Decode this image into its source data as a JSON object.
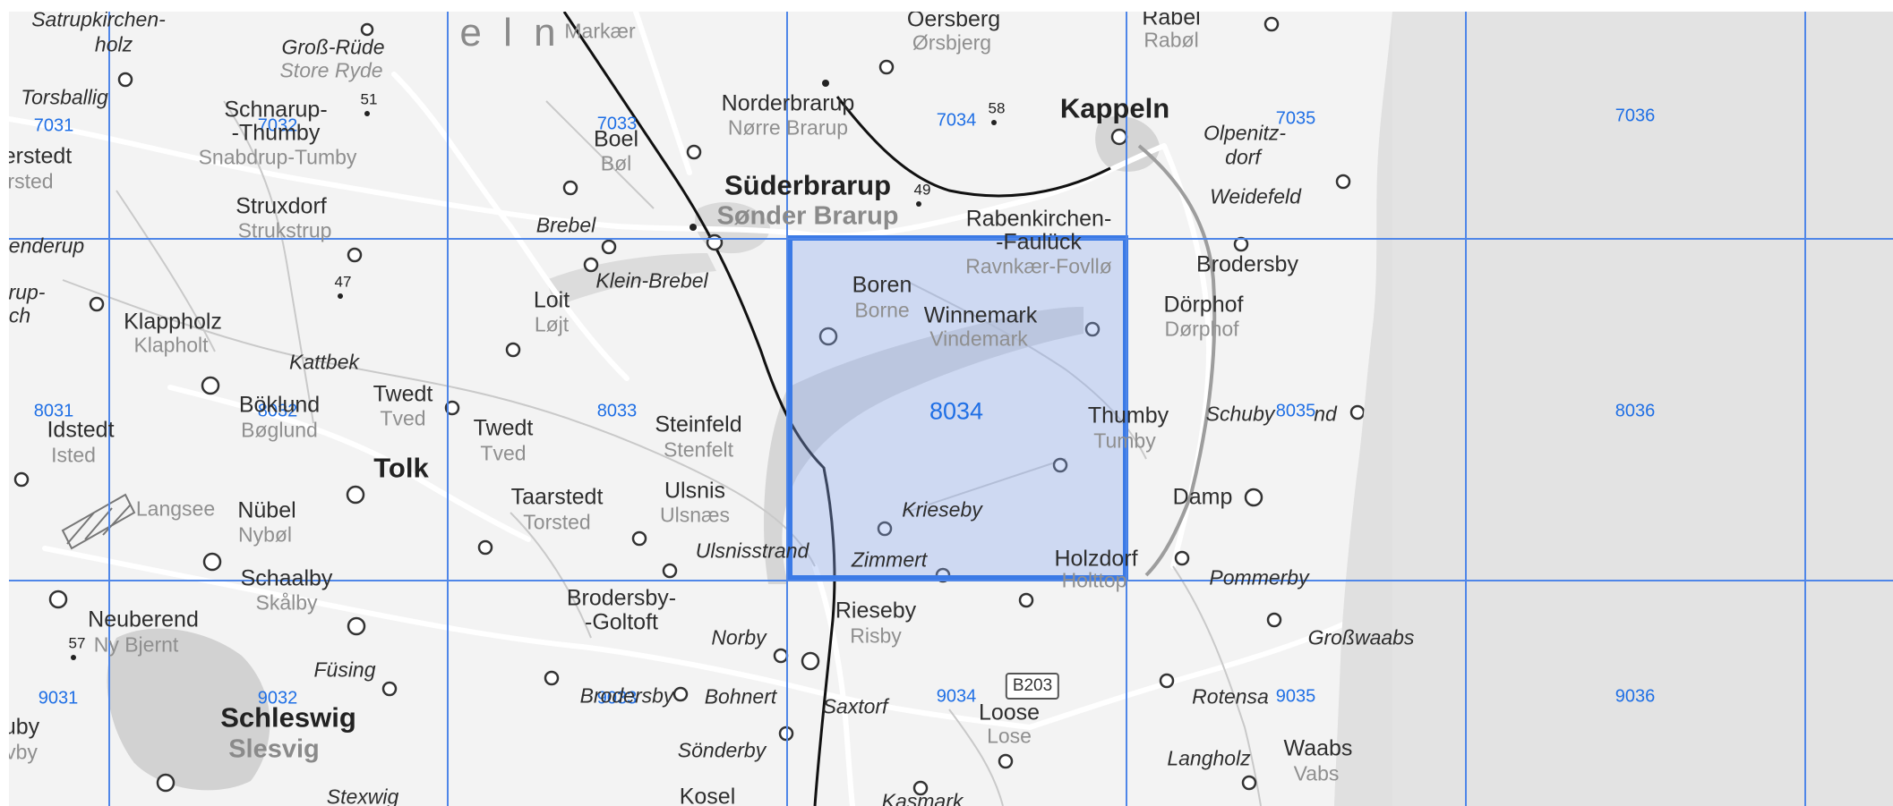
{
  "map": {
    "grid_cells": [
      {
        "id": "7031",
        "label": "7031"
      },
      {
        "id": "7032",
        "label": "7032"
      },
      {
        "id": "7033",
        "label": "7033"
      },
      {
        "id": "7034",
        "label": "7034"
      },
      {
        "id": "7035",
        "label": "7035"
      },
      {
        "id": "7036",
        "label": "7036"
      },
      {
        "id": "8031",
        "label": "8031"
      },
      {
        "id": "8032",
        "label": "8032"
      },
      {
        "id": "8033",
        "label": "8033"
      },
      {
        "id": "8034",
        "label": "8034"
      },
      {
        "id": "8035",
        "label": "8035"
      },
      {
        "id": "8036",
        "label": "8036"
      },
      {
        "id": "9031",
        "label": "9031"
      },
      {
        "id": "9032",
        "label": "9032"
      },
      {
        "id": "9033",
        "label": "9033"
      },
      {
        "id": "9034",
        "label": "9034"
      },
      {
        "id": "9035",
        "label": "9035"
      },
      {
        "id": "9036",
        "label": "9036"
      }
    ],
    "selected_cell": "8034",
    "colors": {
      "grid": "#3b7ae6",
      "grid_label": "#1f6fe5",
      "selection_fill": "#c4d5f5",
      "selection_border": "#3b7ae6",
      "land": "#f2f2f2",
      "sea": "#dedede"
    },
    "road_shield": "B203",
    "places": {
      "satrupkirchen": "Satrupkirchen-",
      "holz": "holz",
      "gross_ruede": "Groß-Rüde",
      "store_ryde": "Store Ryde",
      "markaer": "Markær",
      "oersberg": "Oersberg",
      "orsbjerg": "Ørsbjerg",
      "rabel": "Rabel",
      "rabol": "Rabøl",
      "torsballig": "Torsballig",
      "schnarup": "Schnarup-",
      "thumby": "-Thumby",
      "snabdrup": "Snabdrup-Tumby",
      "boel": "Boel",
      "bol": "Bøl",
      "norderbrarup": "Norderbrarup",
      "norre_brarup": "Nørre Brarup",
      "kappeln": "Kappeln",
      "olpenitz": "Olpenitz-",
      "dorf": "dorf",
      "weidefeld": "Weidefeld",
      "erstedt": "erstedt",
      "ersted": "rsted",
      "struxdorf": "Struxdorf",
      "strukstrup": "Strukstrup",
      "brebel": "Brebel",
      "suederbrarup": "Süderbrarup",
      "sonder_brarup": "Sønder Brarup",
      "rabenkirchen": "Rabenkirchen-",
      "faulueck": "-Faulück",
      "ravnkaer": "Ravnkær-Fovllø",
      "enderup": "enderup",
      "klein_brebel": "Klein-Brebel",
      "boren": "Boren",
      "borne": "Borne",
      "brodersby_n": "Brodersby",
      "rup": "rup-",
      "ch": "ch",
      "klappholz": "Klappholz",
      "klapholt": "Klapholt",
      "loit": "Loit",
      "lojt": "Løjt",
      "winnemark": "Winnemark",
      "vindemark": "Vindemark",
      "doerphof": "Dörphof",
      "dorphof_dk": "Dørphof",
      "kattbek": "Kattbek",
      "boeklund": "Böklund",
      "boglund": "Bøglund",
      "twedt1": "Twedt",
      "tved1": "Tved",
      "idstedt": "Idstedt",
      "isted": "Isted",
      "twedt2": "Twedt",
      "tved2": "Tved",
      "steinfeld": "Steinfeld",
      "stenfelt": "Stenfelt",
      "thumby2": "Thumby",
      "tumby": "Tumby",
      "schubynd": "Schuby",
      "nd": "nd",
      "tolk": "Tolk",
      "taarstedt": "Taarstedt",
      "torsted": "Torsted",
      "ulsnis": "Ulsnis",
      "ulsnaes": "Ulsnæs",
      "damp": "Damp",
      "langsee": "Langsee",
      "nuebel": "Nübel",
      "nybol": "Nybøl",
      "krieseby": "Krieseby",
      "ulsnisstrand": "Ulsnisstrand",
      "zimmert": "Zimmert",
      "holzdorf": "Holzdorf",
      "holttop": "Holttop",
      "schaalby": "Schaalby",
      "skalby": "Skålby",
      "pommerby": "Pommerby",
      "neuberend": "Neuberend",
      "ny_bjernt": "Ny Bjernt",
      "brodersby_goltoft": "Brodersby-",
      "goltoft": "-Goltoft",
      "rieseby": "Rieseby",
      "risby": "Risby",
      "grosswaabs": "Großwaabs",
      "norby": "Norby",
      "fuesing": "Füsing",
      "schleswig": "Schleswig",
      "slesvig": "Slesvig",
      "brodersby_s": "Brodersby",
      "bohnert": "Bohnert",
      "saxtorf": "Saxtorf",
      "loose": "Loose",
      "lose": "Lose",
      "rotensande": "Rotensa",
      "uby": "uby",
      "vby": "vby",
      "soenderby": "Sönderby",
      "langholz": "Langholz",
      "waabs": "Waabs",
      "vabs": "Vabs",
      "stexwig": "Stexwig",
      "kosel": "Kosel",
      "kasmark": "Kasmark",
      "eln": "e l n"
    },
    "elevations": {
      "e51": "51",
      "e58": "58",
      "e49": "49",
      "e47": "47",
      "e57": "57"
    }
  }
}
